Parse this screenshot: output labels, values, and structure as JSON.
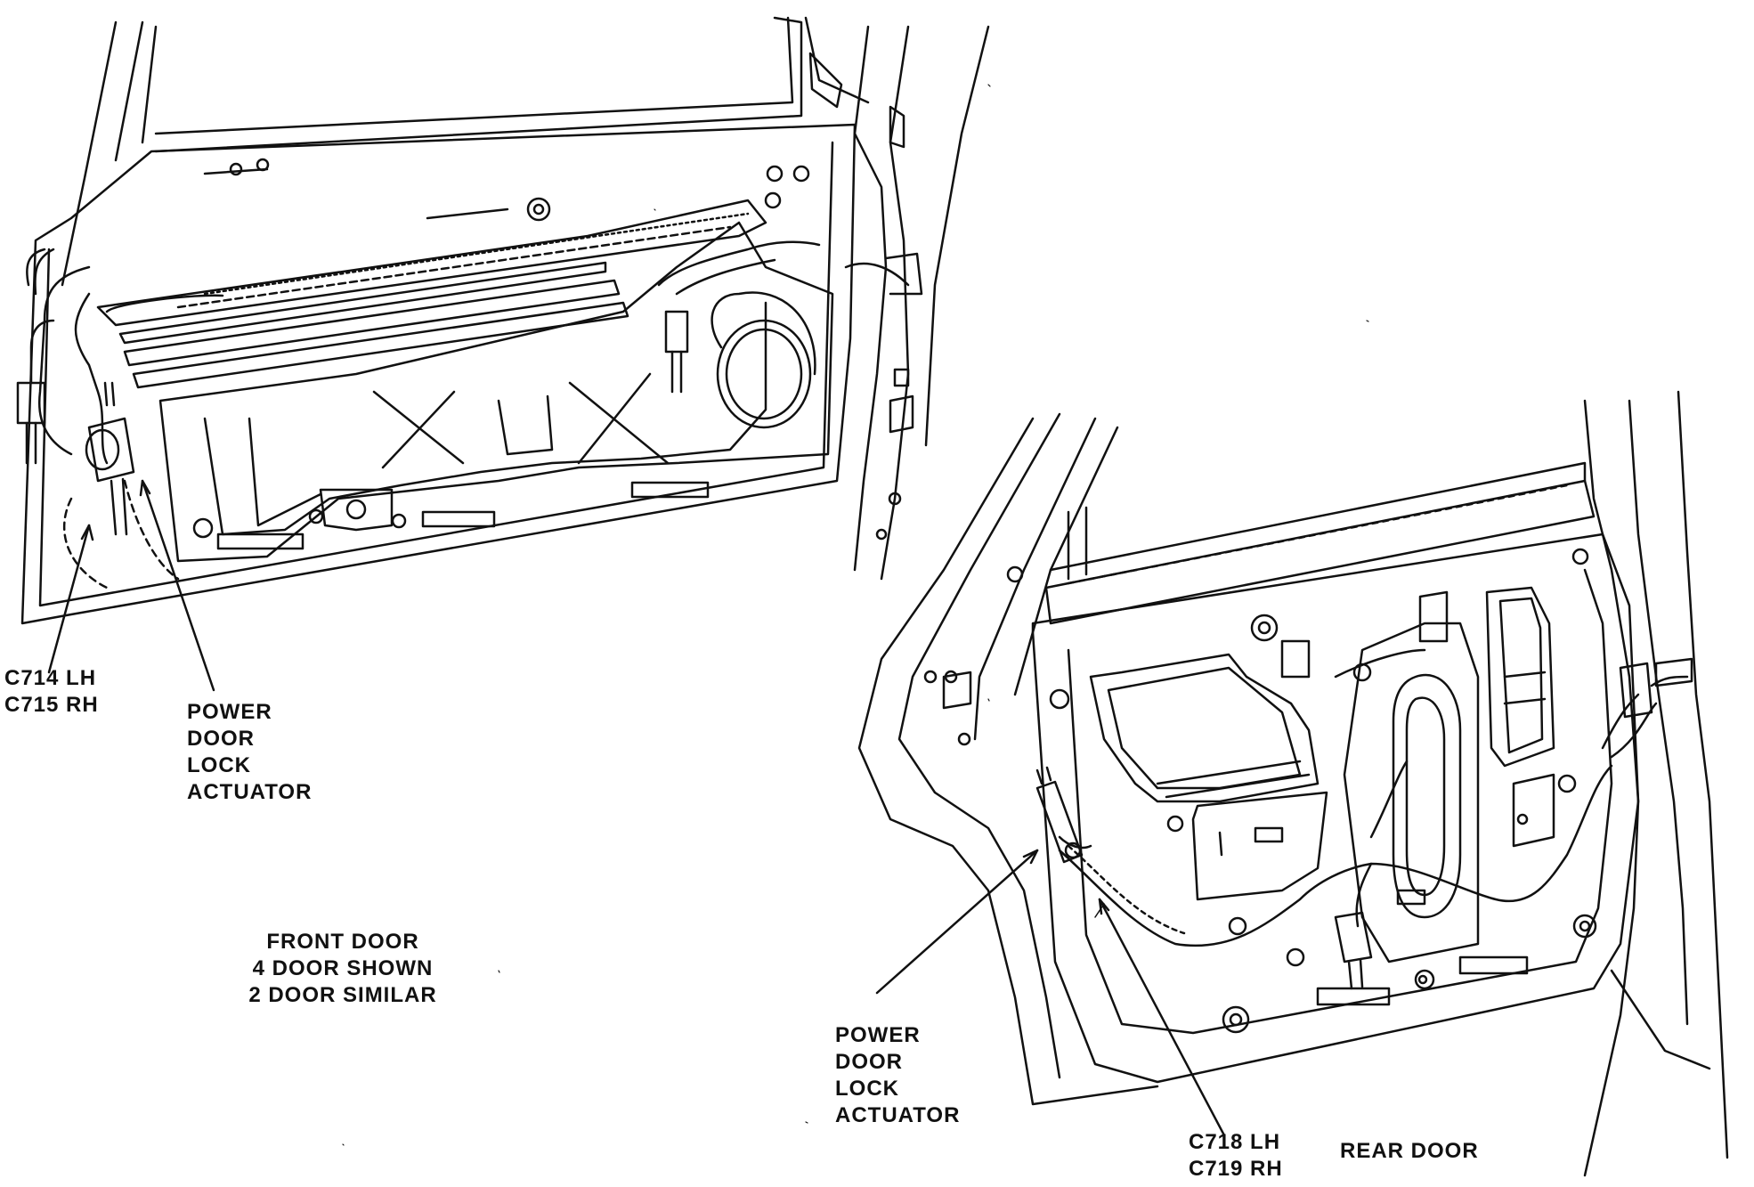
{
  "front": {
    "connector_lines": [
      "C714 LH",
      "C715 RH"
    ],
    "actuator_lines": [
      "POWER",
      "DOOR",
      "LOCK",
      "ACTUATOR"
    ],
    "caption_lines": [
      "FRONT DOOR",
      "4 DOOR SHOWN",
      "2 DOOR SIMILAR"
    ]
  },
  "rear": {
    "actuator_lines": [
      "POWER",
      "DOOR",
      "LOCK",
      "ACTUATOR"
    ],
    "connector_lines": [
      "C718 LH",
      "C719 RH"
    ],
    "caption": "REAR DOOR"
  },
  "colors": {
    "ink": "#111111",
    "paper": "#ffffff"
  }
}
